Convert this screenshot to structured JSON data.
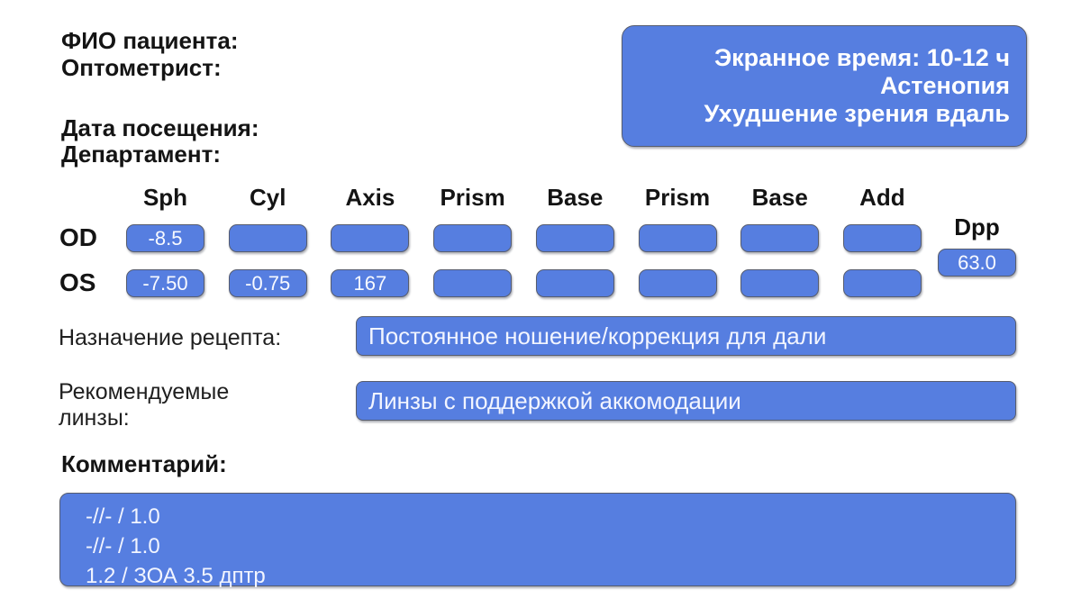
{
  "patient_info": {
    "name_label": "ФИО пациента:",
    "optometrist_label": "Оптометрист:",
    "visit_date_label": "Дата посещения:",
    "department_label": "Департамент:"
  },
  "anamnesis_box": {
    "lines": [
      "Экранное время: 10-12 ч",
      "Астенопия",
      "Ухудшение зрения вдаль"
    ]
  },
  "prescription_table": {
    "headers": [
      "Sph",
      "Cyl",
      "Axis",
      "Prism",
      "Base",
      "Prism",
      "Base",
      "Add"
    ],
    "rows": [
      {
        "label": "OD",
        "values": [
          "-8.5",
          "",
          "",
          "",
          "",
          "",
          "",
          ""
        ]
      },
      {
        "label": "OS",
        "values": [
          "-7.50",
          "-0.75",
          "167",
          "",
          "",
          "",
          "",
          ""
        ]
      }
    ],
    "dpp": {
      "label": "Dpp",
      "value": "63.0"
    }
  },
  "purpose": {
    "label": "Назначение рецепта:",
    "value": "Постоянное ношение/коррекция для дали"
  },
  "lenses": {
    "label": "Рекомендуемые линзы:",
    "value": "Линзы с поддержкой аккомодации"
  },
  "comment": {
    "label": "Комментарий:",
    "lines": [
      "-//- / 1.0",
      "-//- / 1.0",
      "1.2 / ЗОА 3.5 дптр"
    ]
  },
  "colors": {
    "accent_blue": "#567ee0",
    "border_dark": "#575d6e",
    "text_dark": "#141414",
    "text_light": "#f2f5ff"
  }
}
